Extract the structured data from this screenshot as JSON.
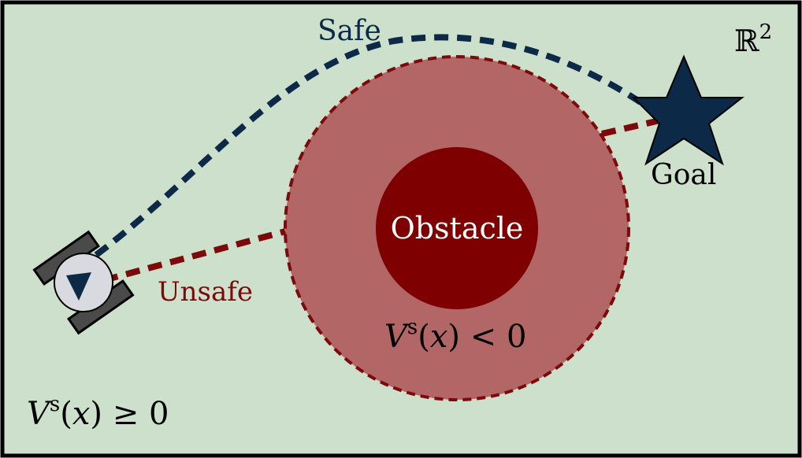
{
  "space_label": "ℝ",
  "space_exponent": "2",
  "safe_label": "Safe",
  "unsafe_label": "Unsafe",
  "goal_label": "Goal",
  "obstacle_label": "Obstacle",
  "inner_condition": {
    "v": "V",
    "sup": "s",
    "open": "(",
    "var": "x",
    "close_rel": ") < 0"
  },
  "outer_condition": {
    "v": "V",
    "sup": "s",
    "open": "(",
    "var": "x",
    "close_rel": ") ≥ 0"
  },
  "colors": {
    "background": "#cde0cb",
    "safe_path": "#0c2a48",
    "unsafe_path": "#7d0a0a",
    "unsafe_region": "#b36666",
    "obstacle": "#7e0000",
    "goal_star": "#0c2a48",
    "robot_body": "#d9d9e0",
    "robot_wheels": "#4a4a4a",
    "border": "#000000"
  },
  "icons": {
    "goal": "star-icon",
    "robot": "robot-icon"
  }
}
